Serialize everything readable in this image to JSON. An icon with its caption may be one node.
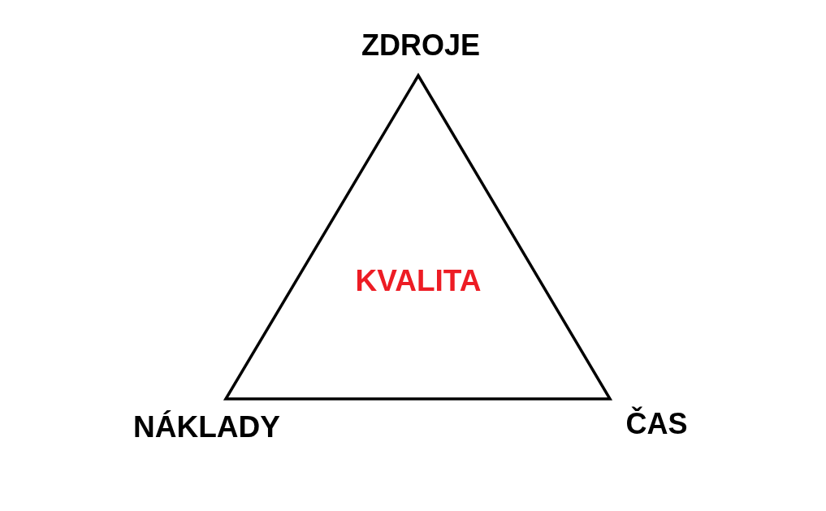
{
  "diagram": {
    "nodes": [
      {
        "text": [
          "KVALITA"
        ],
        "beside": [
          "ZDROJE",
          "NÁKLADY",
          "ČAS"
        ]
      }
    ]
  }
}
